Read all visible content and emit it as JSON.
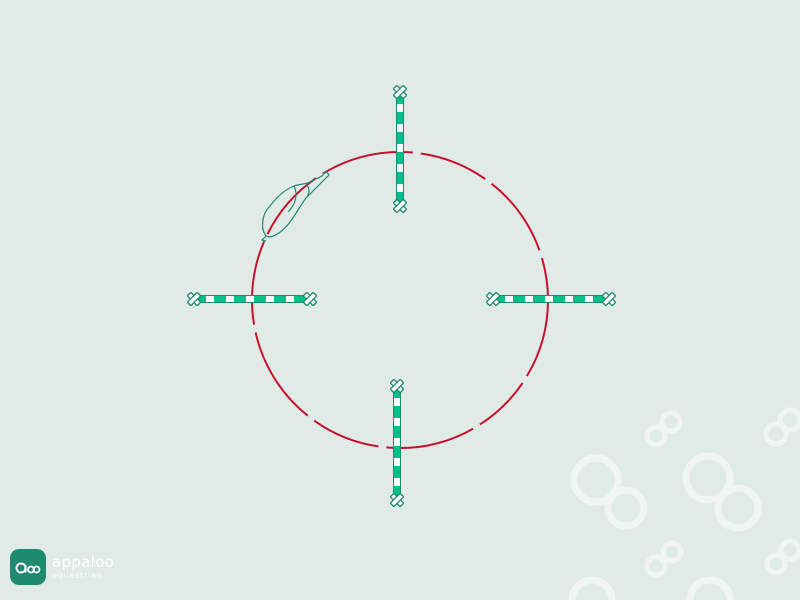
{
  "brand": {
    "name": "appaloo",
    "tagline": "equestrian"
  },
  "colors": {
    "background": "#e0ebe8",
    "circle": "#c8102e",
    "pole_stripe": "#00c08b",
    "pole_outline": "#1f8a6e",
    "watermark": "#f2f7f5",
    "logo": "#1f8a6e"
  },
  "diagram": {
    "circle_path": "dashed",
    "poles": [
      "top",
      "left",
      "right",
      "bottom"
    ],
    "horse_icon": "horse-top-view-icon"
  }
}
